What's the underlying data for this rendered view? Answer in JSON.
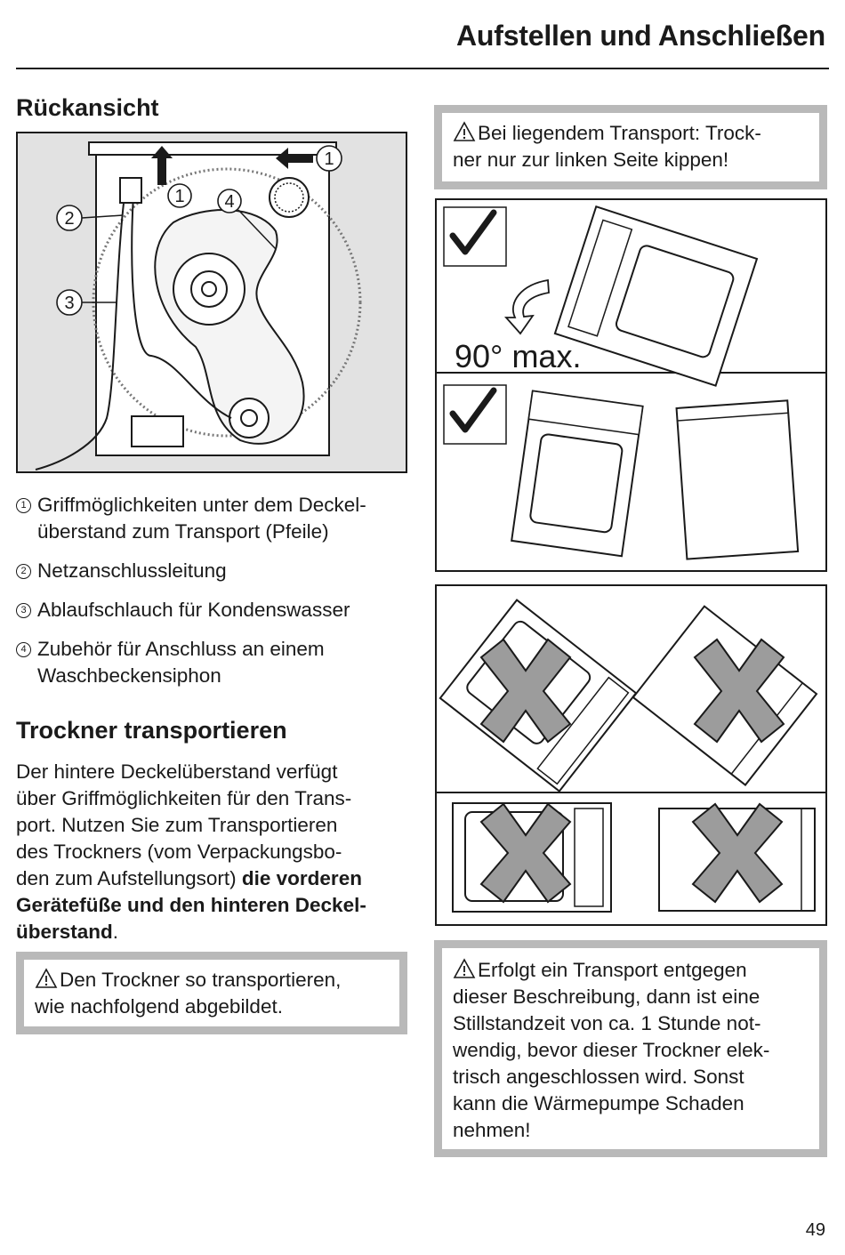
{
  "header": {
    "title": "Aufstellen und Anschließen"
  },
  "rear_view": {
    "heading": "Rückansicht",
    "figure_markers": [
      "1",
      "2",
      "3",
      "4"
    ],
    "legend": [
      {
        "num": "1",
        "text": "Griffmöglichkeiten unter dem Deckel-",
        "text2": "überstand zum Transport (Pfeile)"
      },
      {
        "num": "2",
        "text": "Netzanschlussleitung"
      },
      {
        "num": "3",
        "text": "Ablaufschlauch für Kondenswasser"
      },
      {
        "num": "4",
        "text": "Zubehör für Anschluss an einem",
        "text2": "Waschbeckensiphon"
      }
    ]
  },
  "transport": {
    "heading": "Trockner transportieren",
    "paragraph_lines": [
      "Der hintere Deckelüberstand verfügt",
      "über Griffmöglichkeiten für den Trans-",
      "port. Nutzen Sie zum Transportieren",
      "des Trockners (vom Verpackungsbo-",
      "den zum Aufstellungsort)"
    ],
    "bold_1": "die vorderen",
    "bold_2": "Gerätefüße und den hinteren Deckel-",
    "bold_3": "überstand",
    "period": ".",
    "warning_1": "Den Trockner so transportieren,",
    "warning_2": "wie nachfolgend abgebildet."
  },
  "right_column": {
    "warning_top_1": "Bei liegendem Transport: Trock-",
    "warning_top_2": "ner nur zur linken Seite kippen!",
    "tilt_label": "90° max.",
    "warning_bottom_lines": [
      "Erfolgt ein Transport entgegen",
      "dieser Beschreibung, dann ist eine",
      "Stillstandzeit von ca. 1 Stunde not-",
      "wendig, bevor dieser Trockner elek-",
      "trisch angeschlossen wird. Sonst",
      "kann die Wärmepumpe Schaden",
      "nehmen!"
    ]
  },
  "footer": {
    "page_number": "49"
  },
  "colors": {
    "warning_border": "#b9b9b9",
    "figure_bg": "#e2e2e2",
    "cross_fill": "#9c9c9c",
    "text": "#1a1a1a"
  },
  "icons": [
    "warning-triangle-icon",
    "checkmark-icon",
    "rotate-arrow-icon",
    "cross-icon",
    "up-arrow-icon",
    "left-arrow-icon"
  ]
}
